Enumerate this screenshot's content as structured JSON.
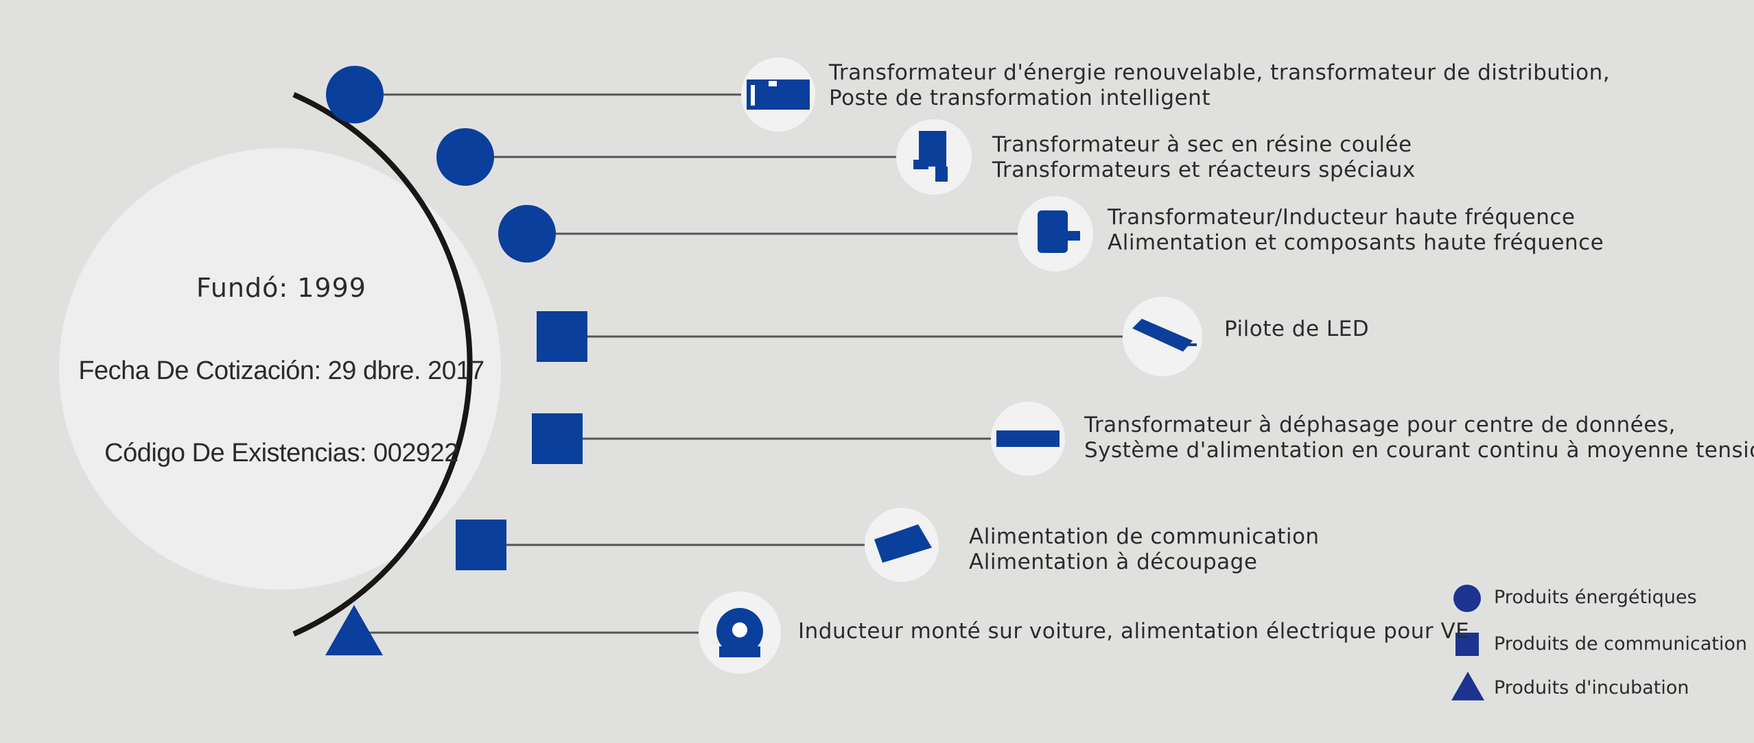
{
  "colors": {
    "background": "#e0e1df",
    "marker_blue": "#0a3f9b",
    "legend_blue": "#1c3490",
    "arc": "#1a1616",
    "connector": "#555555",
    "info_circle": "#eeeeee",
    "icon_circle": "#f2f2f2"
  },
  "info": {
    "founded": "Fundó: 1999",
    "listing_date": "Fecha De Cotización: 29 dbre. 2017",
    "stock_code": "Código De Existencias: 002922"
  },
  "products": [
    {
      "marker": "circle",
      "category": "energy",
      "icon": "transformer-station-icon",
      "lines": [
        "Transformateur d'énergie renouvelable, transformateur de distribution,",
        "Poste de transformation intelligent"
      ]
    },
    {
      "marker": "circle",
      "category": "energy",
      "icon": "dry-transformer-icon",
      "lines": [
        "Transformateur à sec en résine coulée",
        "Transformateurs et réacteurs spéciaux"
      ]
    },
    {
      "marker": "circle",
      "category": "energy",
      "icon": "hf-inductor-icon",
      "lines": [
        "Transformateur/Inducteur haute fréquence",
        "Alimentation et composants haute fréquence"
      ]
    },
    {
      "marker": "square",
      "category": "communication",
      "icon": "led-driver-icon",
      "lines": [
        "Pilote de LED"
      ]
    },
    {
      "marker": "square",
      "category": "communication",
      "icon": "phase-shift-transformer-icon",
      "lines": [
        "Transformateur à déphasage pour centre de données,",
        "Système d'alimentation en courant continu à moyenne tension"
      ]
    },
    {
      "marker": "square",
      "category": "communication",
      "icon": "power-supply-icon",
      "lines": [
        "Alimentation de communication",
        "Alimentation à découpage"
      ]
    },
    {
      "marker": "triangle",
      "category": "incubation",
      "icon": "toroidal-inductor-icon",
      "lines": [
        "Inducteur monté sur voiture, alimentation électrique pour VE"
      ]
    }
  ],
  "legend": [
    {
      "shape": "circle",
      "label": "Produits énergétiques"
    },
    {
      "shape": "square",
      "label": "Produits de communication"
    },
    {
      "shape": "triangle",
      "label": "Produits d'incubation"
    }
  ]
}
